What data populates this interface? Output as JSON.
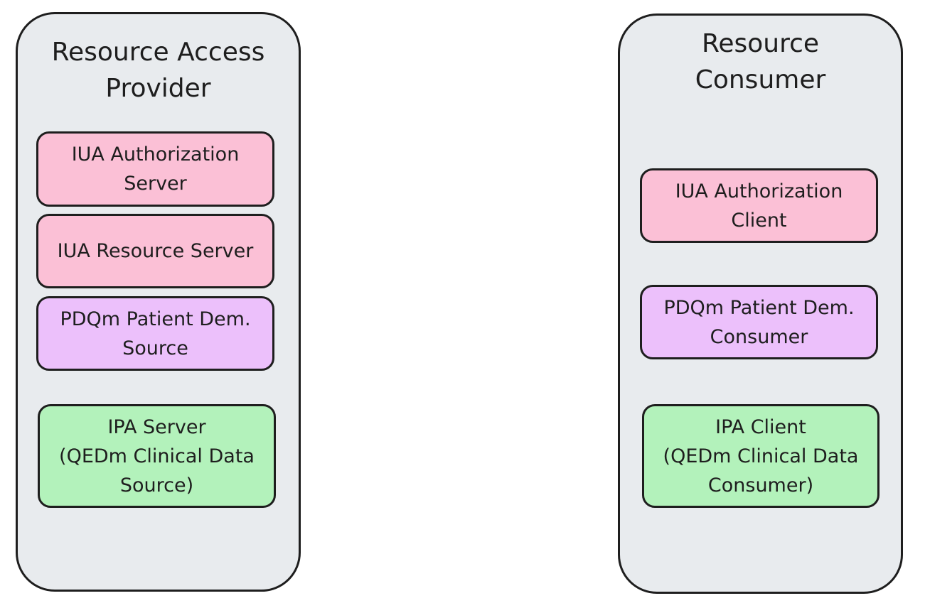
{
  "colors": {
    "group": "#e8ebee",
    "iua": "#fbc0d6",
    "pdqm": "#ecc0fb",
    "ipa": "#b3f2bb",
    "stroke": "#1e1e1e"
  },
  "provider": {
    "title": "Resource Access\nProvider",
    "nodes": [
      "IUA Authorization\nServer",
      "IUA Resource Server",
      "PDQm Patient Dem.\nSource",
      "IPA Server\n(QEDm Clinical Data\nSource)"
    ]
  },
  "consumer": {
    "title": "Resource\nConsumer",
    "nodes": [
      "IUA Authorization\nClient",
      "PDQm Patient Dem.\nConsumer",
      "IPA Client\n(QEDm Clinical Data\nConsumer)"
    ]
  }
}
